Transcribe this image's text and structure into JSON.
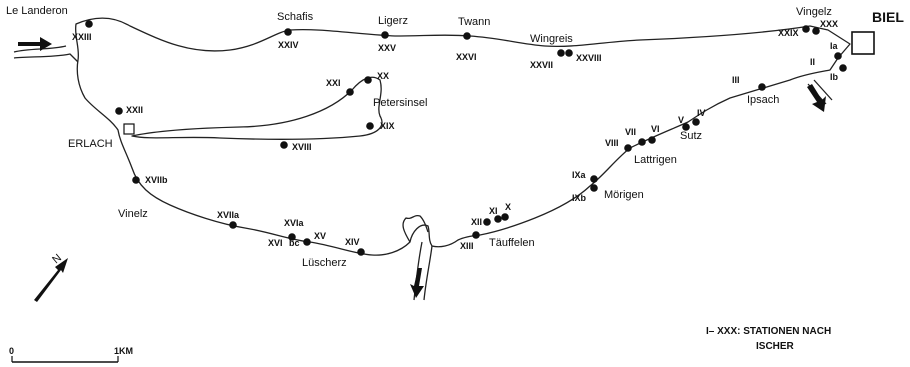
{
  "places": {
    "le_landeron": "Le Landeron",
    "schafis": "Schafis",
    "ligerz": "Ligerz",
    "twann": "Twann",
    "wingreis": "Wingreis",
    "vingelz": "Vingelz",
    "biel": "BIEL",
    "ipsach": "Ipsach",
    "sutz": "Sutz",
    "lattrigen": "Lattrigen",
    "morigen": "Mörigen",
    "tauffelen": "Täuffelen",
    "luscherz": "Lüscherz",
    "vinelz": "Vinelz",
    "erlach": "ERLACH",
    "petersinsel": "Petersinsel"
  },
  "stations": {
    "s1a": "Ia",
    "s1b": "Ib",
    "s2": "II",
    "s3": "III",
    "s4": "IV",
    "s5": "V",
    "s6": "VI",
    "s7": "VII",
    "s8": "VIII",
    "s9a": "IXa",
    "s9b": "IXb",
    "s10": "X",
    "s11": "XI",
    "s12": "XII",
    "s13": "XIII",
    "s14": "XIV",
    "s15": "XV",
    "s16": "XVI",
    "s16bc": "bc",
    "s17a": "XVIIa",
    "s17b": "XVIIb",
    "s18": "XVIII",
    "s19": "XIX",
    "s20": "XX",
    "s21": "XXI",
    "s22": "XXII",
    "s23": "XXIII",
    "s24": "XXIV",
    "s25": "XXV",
    "s26": "XXVI",
    "s27": "XXVII",
    "s28": "XXVIII",
    "s29": "XXIX",
    "s30": "XXX",
    "s16a": "XVIa"
  },
  "north_label": "N",
  "scale": {
    "zero": "0",
    "end": "1KM"
  },
  "legend": {
    "line1": "I– XXX: STATIONEN  NACH",
    "line2": "ISCHER"
  },
  "colors": {
    "ink": "#111111",
    "paper": "#ffffff"
  }
}
